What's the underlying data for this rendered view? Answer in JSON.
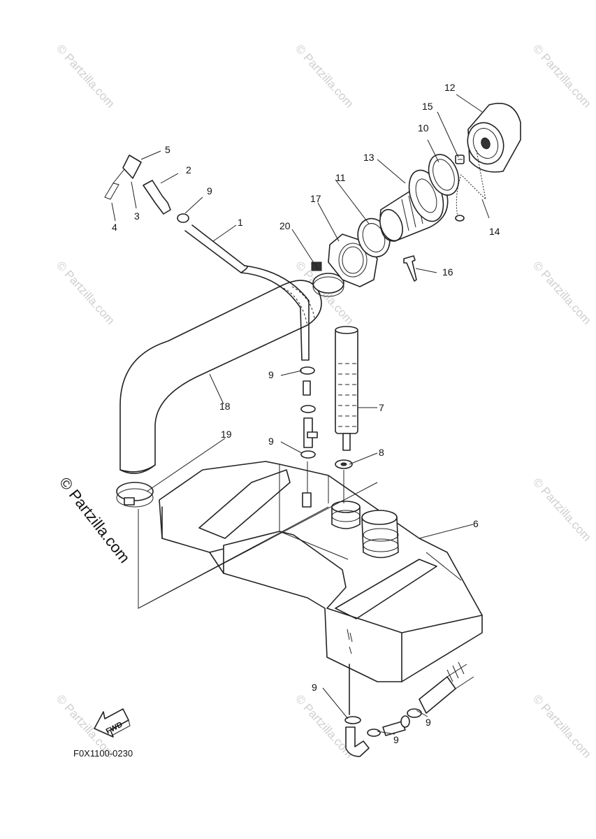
{
  "diagram_code": "F0X1100-0230",
  "fwd_label": "FWD",
  "watermark_main": "© Partzilla.com",
  "watermark_small": "© Partzilla.com",
  "callouts": [
    {
      "id": "1",
      "label": "1"
    },
    {
      "id": "2",
      "label": "2"
    },
    {
      "id": "3",
      "label": "3"
    },
    {
      "id": "4",
      "label": "4"
    },
    {
      "id": "5",
      "label": "5"
    },
    {
      "id": "6",
      "label": "6"
    },
    {
      "id": "7",
      "label": "7"
    },
    {
      "id": "8",
      "label": "8"
    },
    {
      "id": "9a",
      "label": "9"
    },
    {
      "id": "9b",
      "label": "9"
    },
    {
      "id": "9c",
      "label": "9"
    },
    {
      "id": "9d",
      "label": "9"
    },
    {
      "id": "9e",
      "label": "9"
    },
    {
      "id": "9f",
      "label": "9"
    },
    {
      "id": "10",
      "label": "10"
    },
    {
      "id": "11",
      "label": "11"
    },
    {
      "id": "12",
      "label": "12"
    },
    {
      "id": "13",
      "label": "13"
    },
    {
      "id": "14",
      "label": "14"
    },
    {
      "id": "15",
      "label": "15"
    },
    {
      "id": "16",
      "label": "16"
    },
    {
      "id": "17",
      "label": "17"
    },
    {
      "id": "18",
      "label": "18"
    },
    {
      "id": "19",
      "label": "19"
    },
    {
      "id": "20",
      "label": "20"
    }
  ]
}
